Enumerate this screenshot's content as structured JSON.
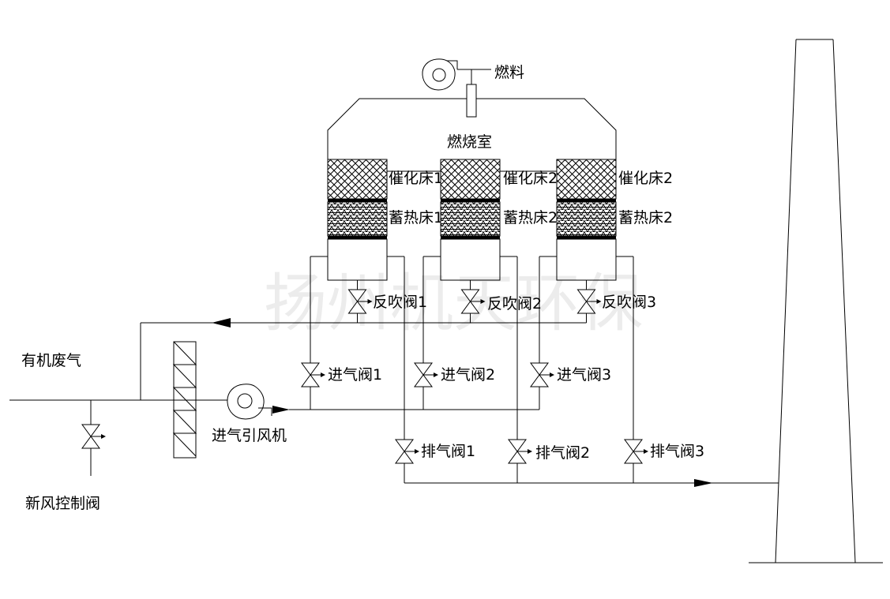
{
  "diagram": {
    "watermark": "扬州机天环保",
    "colors": {
      "line": "#000000",
      "background": "#ffffff",
      "watermark": "#ececec"
    },
    "labels": {
      "fuel": "燃料",
      "combustion_chamber": "燃烧室",
      "waste_gas_inlet": "有机废气",
      "fresh_air_control_valve": "新风控制阀",
      "inlet_fan": "进气引风机"
    },
    "beds": [
      {
        "catalyst": "催化床1",
        "storage": "蓄热床1"
      },
      {
        "catalyst": "催化床2",
        "storage": "蓄热床2"
      },
      {
        "catalyst": "催化床2",
        "storage": "蓄热床2"
      }
    ],
    "valves": {
      "purge": [
        "反吹阀1",
        "反吹阀2",
        "反吹阀3"
      ],
      "inlet": [
        "进气阀1",
        "进气阀2",
        "进气阀3"
      ],
      "exhaust": [
        "排气阀1",
        "排气阀2",
        "排气阀3"
      ]
    }
  }
}
